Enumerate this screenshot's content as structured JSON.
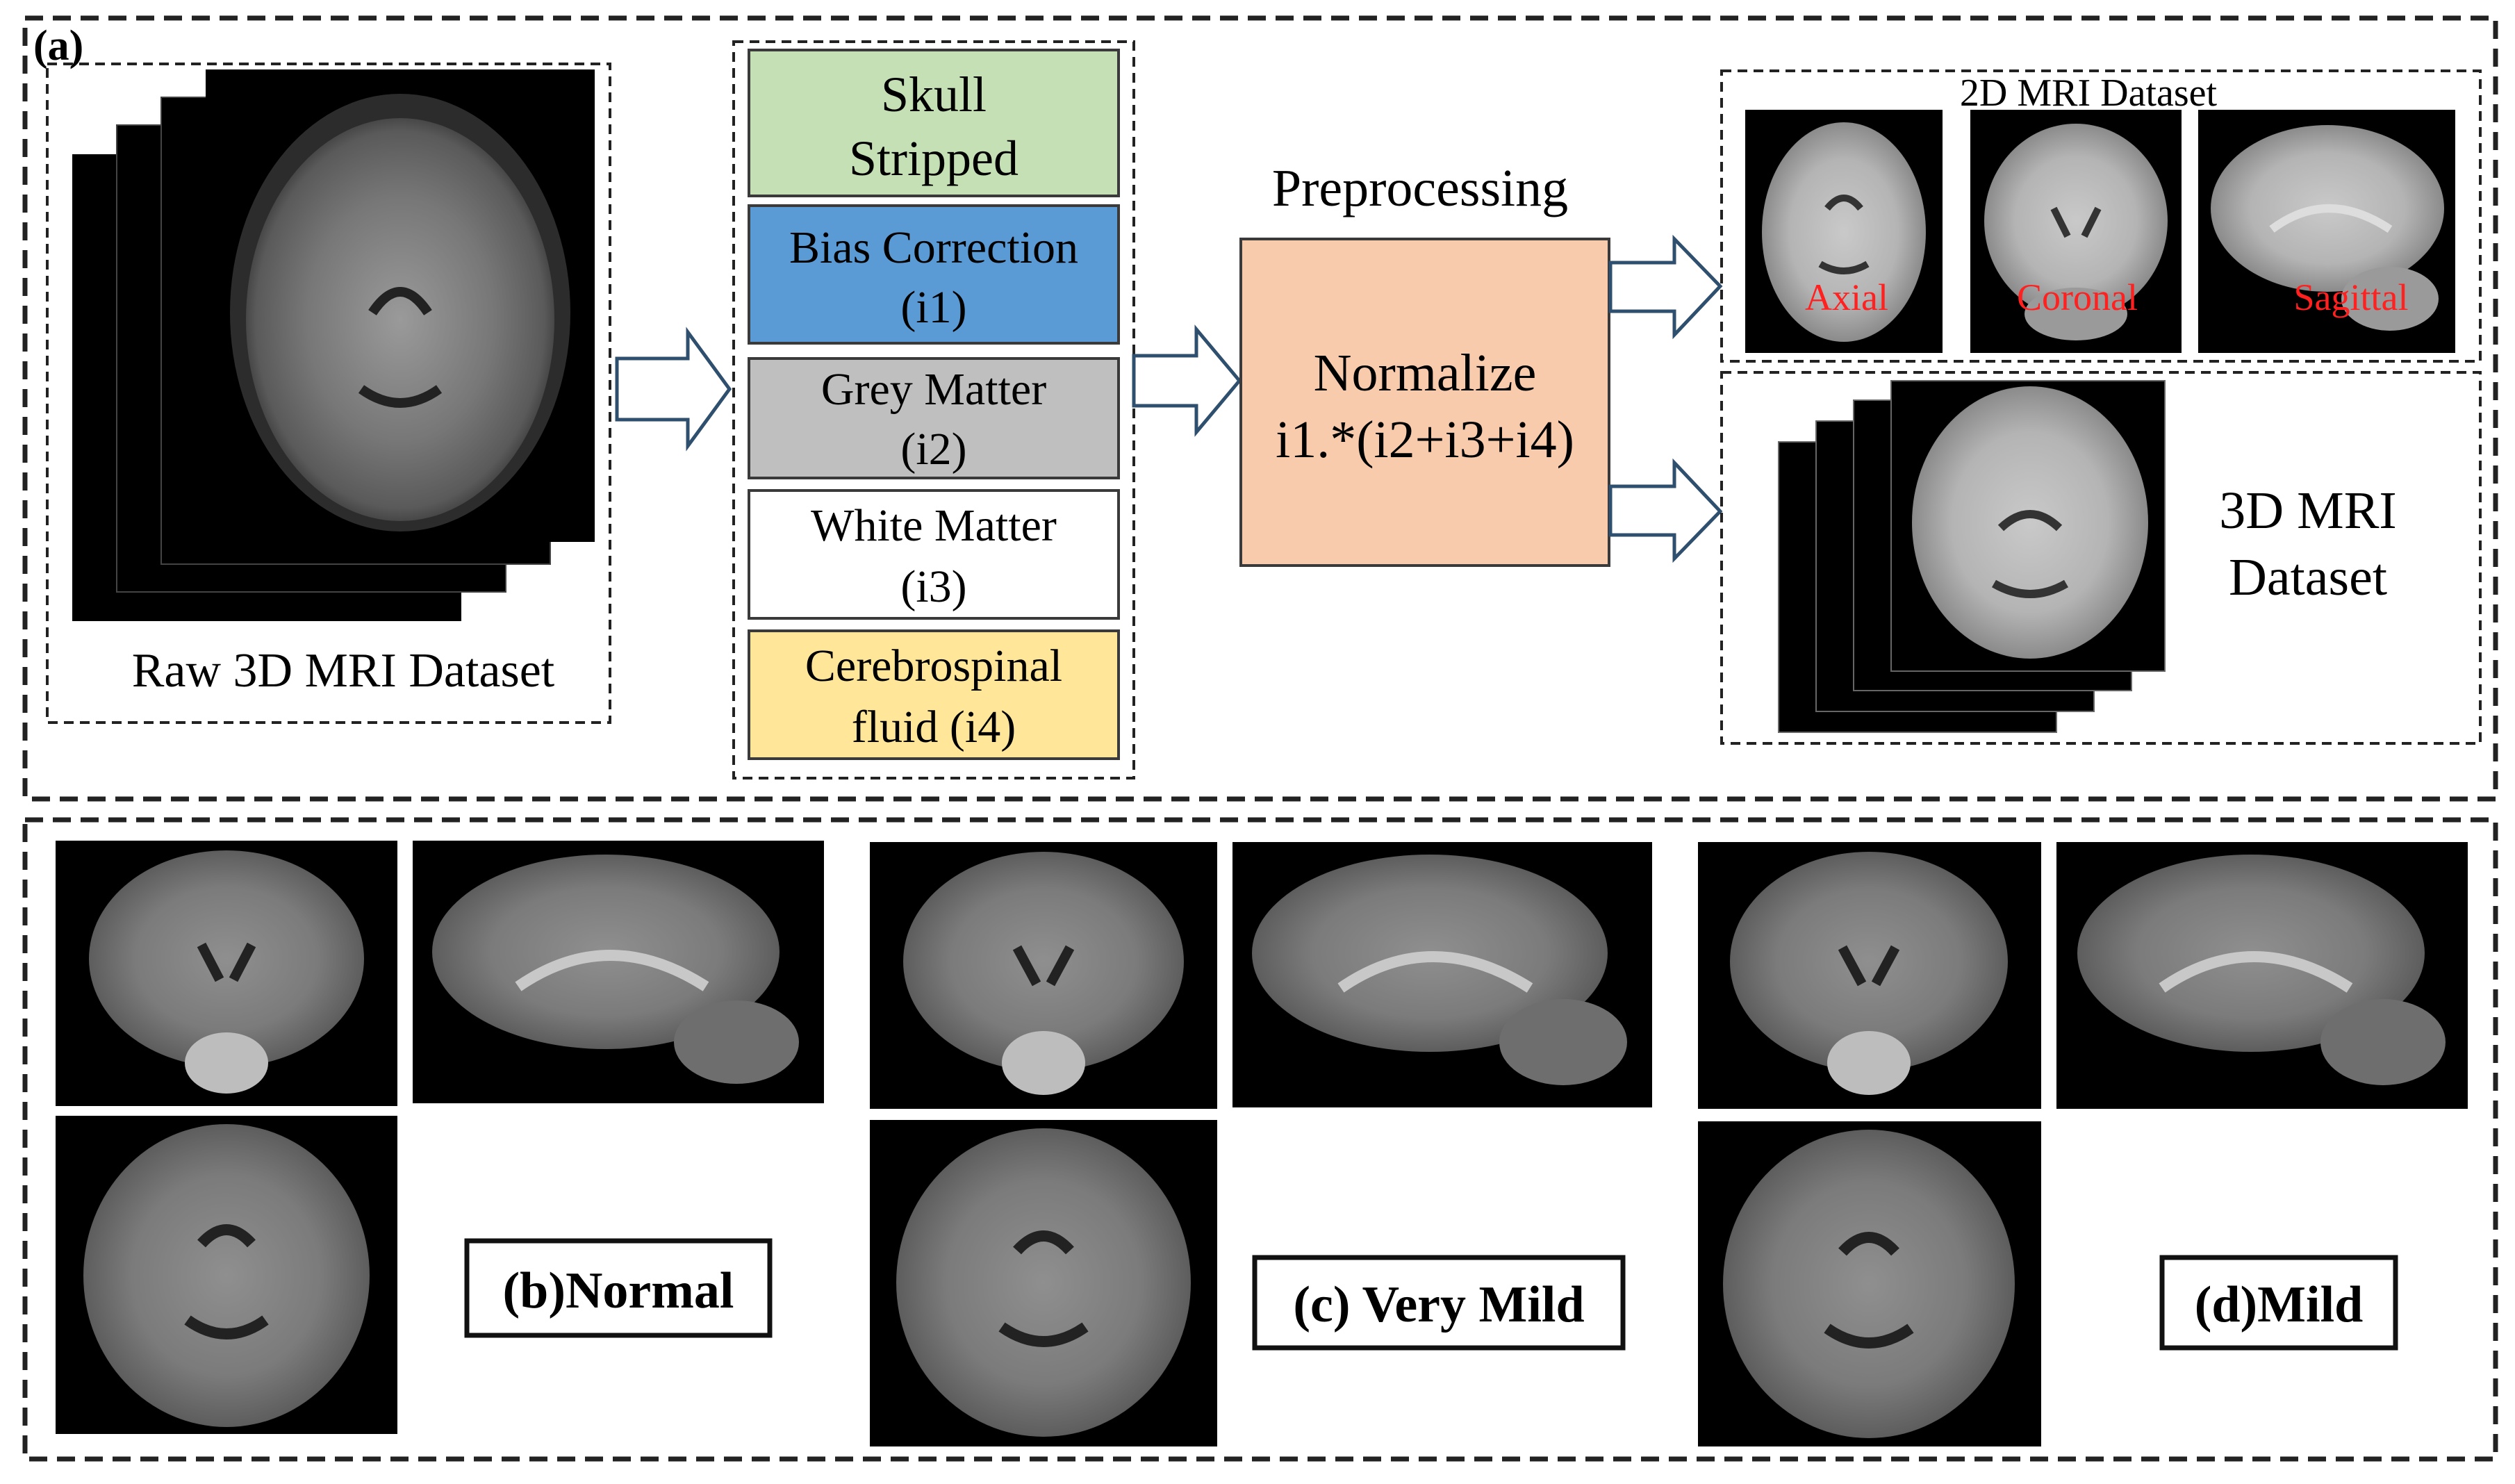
{
  "panel_a": {
    "label": "(a)",
    "raw_caption": "Raw 3D MRI Dataset",
    "steps": [
      {
        "line1": "Skull",
        "line2": "Stripped",
        "color": "#c5e0b4"
      },
      {
        "line1": "Bias Correction",
        "line2": "(i1)",
        "color": "#5b9bd5"
      },
      {
        "line1": "Grey Matter",
        "line2": "(i2)",
        "color": "#bfbfbf"
      },
      {
        "line1": "White Matter",
        "line2": "(i3)",
        "color": "#ffffff"
      },
      {
        "line1": "Cerebrospinal",
        "line2": "fluid (i4)",
        "color": "#ffe699"
      }
    ],
    "preprocessing_title": "Preprocessing",
    "normalize_line1": "Normalize",
    "normalize_line2": "i1.*(i2+i3+i4)",
    "normalize_color": "#f8cbad",
    "mri2d_title": "2D MRI Dataset",
    "views": [
      "Axial",
      "Coronal",
      "Sagittal"
    ],
    "view_label_color": "#ff2020",
    "mri3d_line1": "3D MRI",
    "mri3d_line2": "Dataset"
  },
  "panel_bottom": {
    "normal_label": "(b)Normal",
    "very_mild_label": "(c) Very Mild",
    "mild_label": "(d)Mild"
  },
  "colors": {
    "arrow_stroke": "#2f4f6f",
    "frame": "#222222"
  }
}
